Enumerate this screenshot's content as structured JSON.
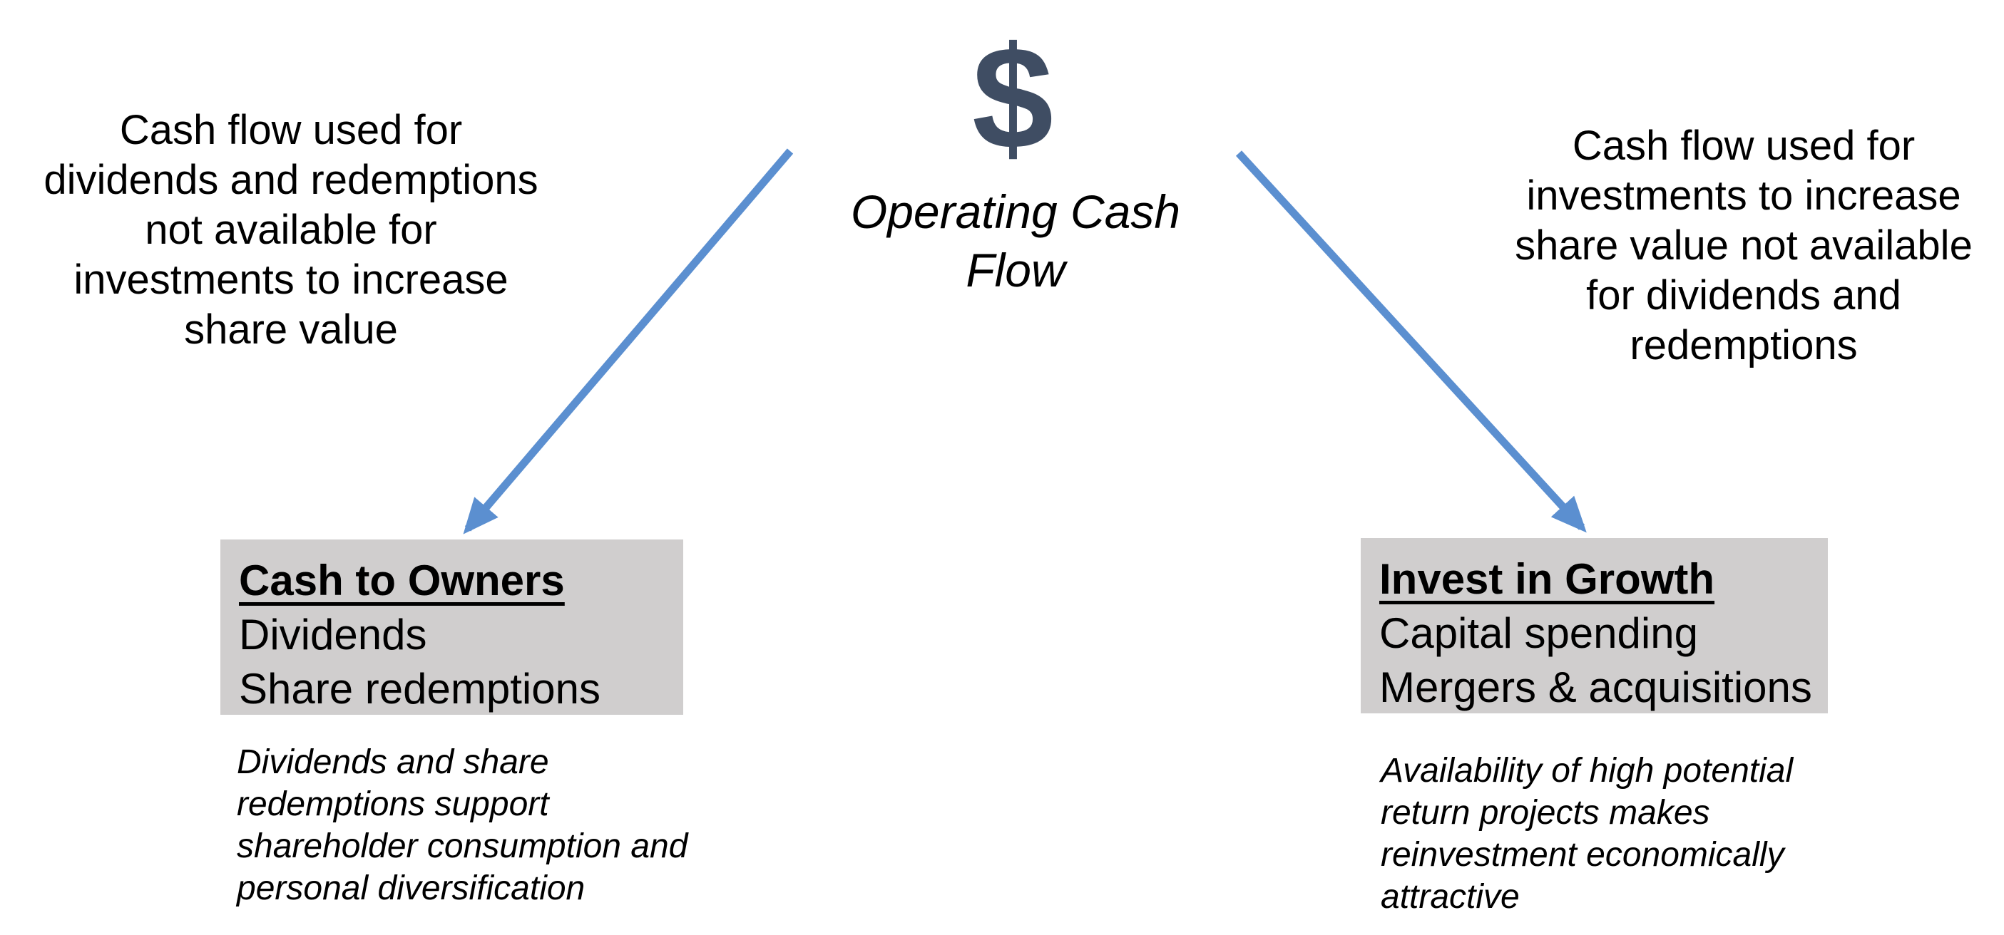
{
  "diagram": {
    "background": "#ffffff",
    "colors": {
      "arrow_blue": "#5B8FD0",
      "dollar_navy": "#3F4D63",
      "box_gray": "#D0CECE",
      "text_black": "#000000"
    },
    "center": {
      "dollar_symbol": "$",
      "label_lines": [
        "Operating Cash",
        "Flow"
      ]
    },
    "left_branch": {
      "annotation_lines": [
        "Cash flow used for",
        "dividends and redemptions",
        "not available for",
        "investments to increase",
        "share value"
      ],
      "box": {
        "title": "Cash to Owners",
        "items": [
          "Dividends",
          "Share redemptions"
        ]
      },
      "note_lines": [
        "Dividends and share",
        "redemptions support",
        "shareholder consumption and",
        "personal diversification"
      ]
    },
    "right_branch": {
      "annotation_lines": [
        "Cash flow used for",
        "investments to increase",
        "share value not available",
        "for dividends and",
        "redemptions"
      ],
      "box": {
        "title": "Invest in Growth",
        "items": [
          "Capital spending",
          "Mergers & acquisitions"
        ]
      },
      "note_lines": [
        "Availability of high potential",
        "return projects makes",
        "reinvestment economically",
        "attractive"
      ]
    }
  }
}
